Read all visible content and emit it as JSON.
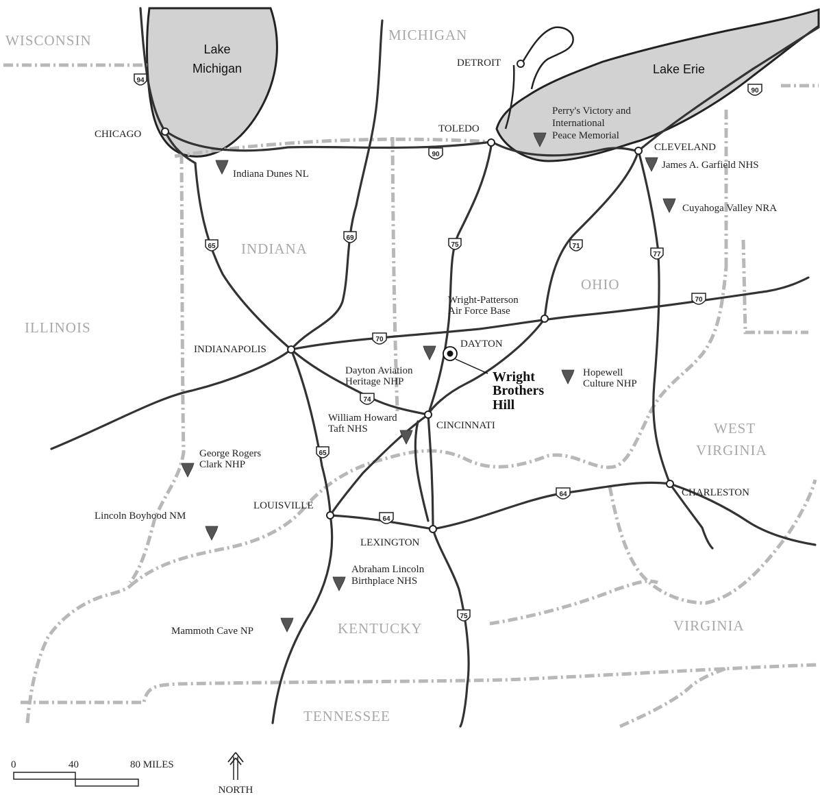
{
  "states": {
    "wisconsin": "WISCONSIN",
    "michigan": "MICHIGAN",
    "indiana": "INDIANA",
    "ohio": "OHIO",
    "illinois": "ILLINOIS",
    "west_virginia_1": "WEST",
    "west_virginia_2": "VIRGINIA",
    "kentucky": "KENTUCKY",
    "virginia": "VIRGINIA",
    "tennessee": "TENNESSEE"
  },
  "lakes": {
    "michigan_1": "Lake",
    "michigan_2": "Michigan",
    "erie": "Lake Erie"
  },
  "cities": {
    "chicago": "CHICAGO",
    "detroit": "DETROIT",
    "toledo": "TOLEDO",
    "cleveland": "CLEVELAND",
    "indianapolis": "INDIANAPOLIS",
    "dayton": "DAYTON",
    "cincinnati": "CINCINNATI",
    "louisville": "LOUISVILLE",
    "lexington": "LEXINGTON",
    "charleston": "CHARLESTON"
  },
  "sites": {
    "perry_1": "Perry's Victory and",
    "perry_2": "International",
    "perry_3": "Peace Memorial",
    "indiana_dunes": "Indiana Dunes NL",
    "garfield": "James A. Garfield NHS",
    "cuyahoga": "Cuyahoga Valley NRA",
    "wright_patterson_1": "Wright-Patterson",
    "wright_patterson_2": "Air Force Base",
    "dayton_aviation_1": "Dayton Aviation",
    "dayton_aviation_2": "Heritage NHP",
    "hopewell_1": "Hopewell",
    "hopewell_2": "Culture NHP",
    "taft_1": "William Howard",
    "taft_2": "Taft NHS",
    "clark_1": "George Rogers",
    "clark_2": "Clark NHP",
    "lincoln_boyhood": "Lincoln Boyhood NM",
    "lincoln_birthplace_1": "Abraham Lincoln",
    "lincoln_birthplace_2": "Birthplace NHS",
    "mammoth_cave": "Mammoth Cave NP"
  },
  "highlight": {
    "line_1": "Wright",
    "line_2": "Brothers",
    "line_3": "Hill"
  },
  "highways": {
    "i94": "94",
    "i90_a": "90",
    "i90_b": "90",
    "i65_a": "65",
    "i65_b": "65",
    "i69": "69",
    "i75_a": "75",
    "i75_b": "75",
    "i71": "71",
    "i77": "77",
    "i70_a": "70",
    "i70_b": "70",
    "i74": "74",
    "i64_a": "64",
    "i64_b": "64"
  },
  "scale": {
    "zero": "0",
    "forty": "40",
    "eighty": "80 MILES"
  },
  "north": "NORTH",
  "colors": {
    "water": "#d2d2d2",
    "road": "#333333",
    "border": "#b8b8b8",
    "state_label": "#a8a8a8",
    "park_marker": "#555555"
  }
}
